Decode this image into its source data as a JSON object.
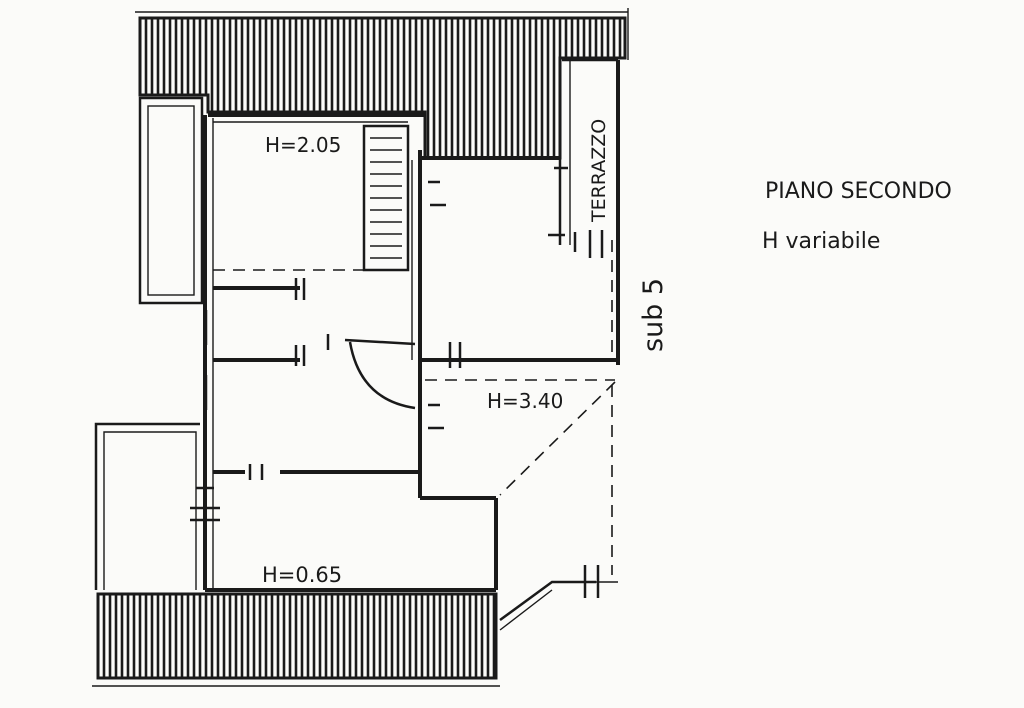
{
  "title": "PIANO SECONDO",
  "subtitle": "H variabile",
  "labels": {
    "height_top": "H=2.05",
    "height_right": "H=3.40",
    "height_bottom": "H=0.65",
    "terrace": "TERRAZZO",
    "sub": "sub 5"
  }
}
